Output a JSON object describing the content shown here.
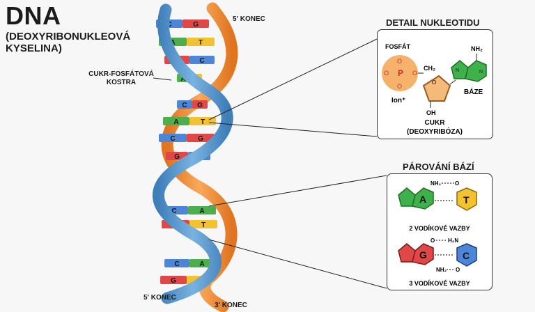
{
  "header": {
    "title": "DNA",
    "subtitle_line1": "(DEOXYRIBONUKLEOVÁ",
    "subtitle_line2": "KYSELINA)"
  },
  "labels": {
    "top_end": "5' KONEC",
    "bottom_left_end": "5' KONEC",
    "bottom_right_end": "3' KONEC",
    "backbone_line1": "CUKR-FOSFÁTOVÁ",
    "backbone_line2": "KOSTRA"
  },
  "base_pairs": [
    {
      "left": "C",
      "right": "G"
    },
    {
      "left": "A",
      "right": "T"
    },
    {
      "left": "G",
      "right": "C"
    },
    {
      "left": "A",
      "right": "T"
    },
    {
      "left": "C",
      "right": "G"
    },
    {
      "left": "A",
      "right": "T"
    },
    {
      "left": "C",
      "right": "G"
    },
    {
      "left": "G",
      "right": "C"
    },
    {
      "left": "C",
      "right": "A"
    },
    {
      "left": "G",
      "right": "T"
    },
    {
      "left": "C",
      "right": "A"
    },
    {
      "left": "G",
      "right": "T"
    }
  ],
  "base_colors": {
    "A": "#4cae4c",
    "T": "#f2c230",
    "G": "#e04848",
    "C": "#4d86d6"
  },
  "strand_colors": {
    "blue": "#4a90c9",
    "orange": "#f08a2c"
  },
  "nucleotide_panel": {
    "title": "DETAIL NUKLEOTIDU",
    "phosphate_label": "FOSFÁT",
    "phosphate_atom": "P",
    "ion_label": "Ion⁺",
    "base_label": "BÁZE",
    "amine": "NH₂",
    "sugar_group": "CH₂",
    "hydroxyl": "OH",
    "sugar_line1": "CUKR",
    "sugar_line2": "(DEOXYRIBÓZA)"
  },
  "pairing_panel": {
    "title": "PÁROVÁNÍ BÁZÍ",
    "pair1_left": "A",
    "pair1_right": "T",
    "pair1_caption": "2 VODÍKOVÉ VAZBY",
    "pair2_left": "G",
    "pair2_right": "C",
    "pair2_caption": "3 VODÍKOVÉ VAZBY",
    "nh2": "NH₂",
    "h2n": "H₂N"
  }
}
